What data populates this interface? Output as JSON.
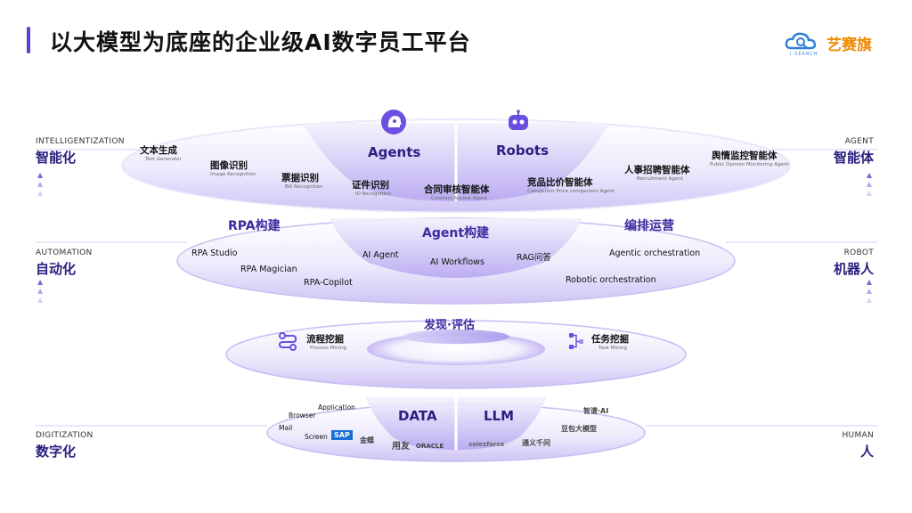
{
  "header": {
    "title": "以大模型为底座的企业级AI数字员工平台",
    "logo_text": "艺赛旗",
    "logo_sub": "i-SEARCH"
  },
  "left_labels": [
    {
      "en": "INTELLIGENTIZATION",
      "cn": "智能化"
    },
    {
      "en": "AUTOMATION",
      "cn": "自动化"
    },
    {
      "en": "DIGITIZATION",
      "cn": "数字化"
    }
  ],
  "right_labels": [
    {
      "en": "AGENT",
      "cn": "智能体"
    },
    {
      "en": "ROBOT",
      "cn": "机器人"
    },
    {
      "en": "HUMAN",
      "cn": "人"
    }
  ],
  "layer1": {
    "agents": "Agents",
    "robots": "Robots",
    "items": [
      {
        "cn": "文本生成",
        "en": "Text Generator"
      },
      {
        "cn": "图像识别",
        "en": "Image Recognition"
      },
      {
        "cn": "票据识别",
        "en": "Bill Recognition"
      },
      {
        "cn": "证件识别",
        "en": "ID Recognition"
      },
      {
        "cn": "合同审核智能体",
        "en": "Contract Review Agent"
      },
      {
        "cn": "竞品比价智能体",
        "en": "Competitor Price comparison Agent"
      },
      {
        "cn": "人事招聘智能体",
        "en": "Recruitment Agent"
      },
      {
        "cn": "舆情监控智能体",
        "en": "Public Opinion Monitoring Agent"
      }
    ]
  },
  "layer2": {
    "left_title": "RPA构建",
    "center_title": "Agent构建",
    "right_title": "编排运营",
    "items": [
      "RPA Studio",
      "RPA Magician",
      "RPA-Copilot",
      "AI Agent",
      "AI Workflows",
      "RAG问答",
      "Agentic orchestration",
      "Robotic orchestration"
    ]
  },
  "layer3": {
    "center_title": "发现·评估",
    "left": {
      "cn": "流程挖掘",
      "en": "Process Mining"
    },
    "right": {
      "cn": "任务挖掘",
      "en": "Task Mining"
    }
  },
  "layer4": {
    "data": "DATA",
    "llm": "LLM",
    "left_items": [
      "Application",
      "Browser",
      "Mail",
      "Screen"
    ],
    "brands": [
      "SAP",
      "金蝶",
      "用友",
      "ORACLE",
      "salesforce",
      "通义千问",
      "豆包大模型",
      "智谱·AI"
    ]
  },
  "colors": {
    "accent": "#5b3fd1",
    "dark": "#2a2080",
    "layer_fill": "#ece8fb",
    "layer_edge": "#8a78e0"
  },
  "icons": [
    "agent-head-icon",
    "robot-icon",
    "process-mining-icon",
    "task-mining-icon"
  ]
}
